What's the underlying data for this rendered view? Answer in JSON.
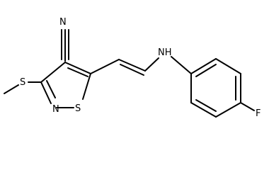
{
  "molecule": {
    "atoms": {
      "nitrile_n": "N",
      "ring_n": "N",
      "ring_s": "S",
      "thioether_s": "S",
      "amine": "NH",
      "fluorine": "F"
    }
  },
  "colors": {
    "bond": "#000000",
    "background": "#ffffff"
  }
}
